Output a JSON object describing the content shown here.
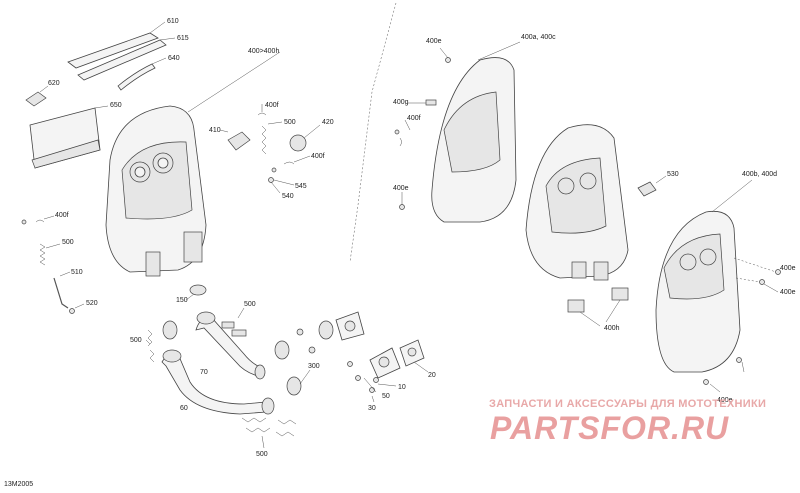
{
  "diagram_ref": "13M2005",
  "watermark": {
    "text": "ЗАПЧАСТИ И АКСЕССУАРЫ ДЛЯ МОТОТЕХНИКИ",
    "logo": "PARTSFOR.RU"
  },
  "labels": {
    "l610": "610",
    "l615": "615",
    "l640": "640",
    "l620": "620",
    "l650": "650",
    "l400_400h": "400>400h",
    "l400e_top": "400e",
    "l400a_400c": "400a, 400c",
    "l400f_a": "400f",
    "l410": "410",
    "l500_a": "500",
    "l420": "420",
    "l400f_b": "400f",
    "l545": "545",
    "l540": "540",
    "l400g": "400g",
    "l400f_c": "400f",
    "l400e_mid": "400e",
    "l530": "530",
    "l400b_400d": "400b, 400d",
    "l400f_d": "400f",
    "l500_b": "500",
    "l510": "510",
    "l520": "520",
    "l400e_r1": "400e",
    "l400e_r2": "400e",
    "l400h": "400h",
    "l150": "150",
    "l500_c": "500",
    "l500_d": "500",
    "l70": "70",
    "l300": "300",
    "l50": "50",
    "l10": "10",
    "l20": "20",
    "l30": "30",
    "l60": "60",
    "l500_e": "500",
    "l400e_bot": "400e"
  }
}
